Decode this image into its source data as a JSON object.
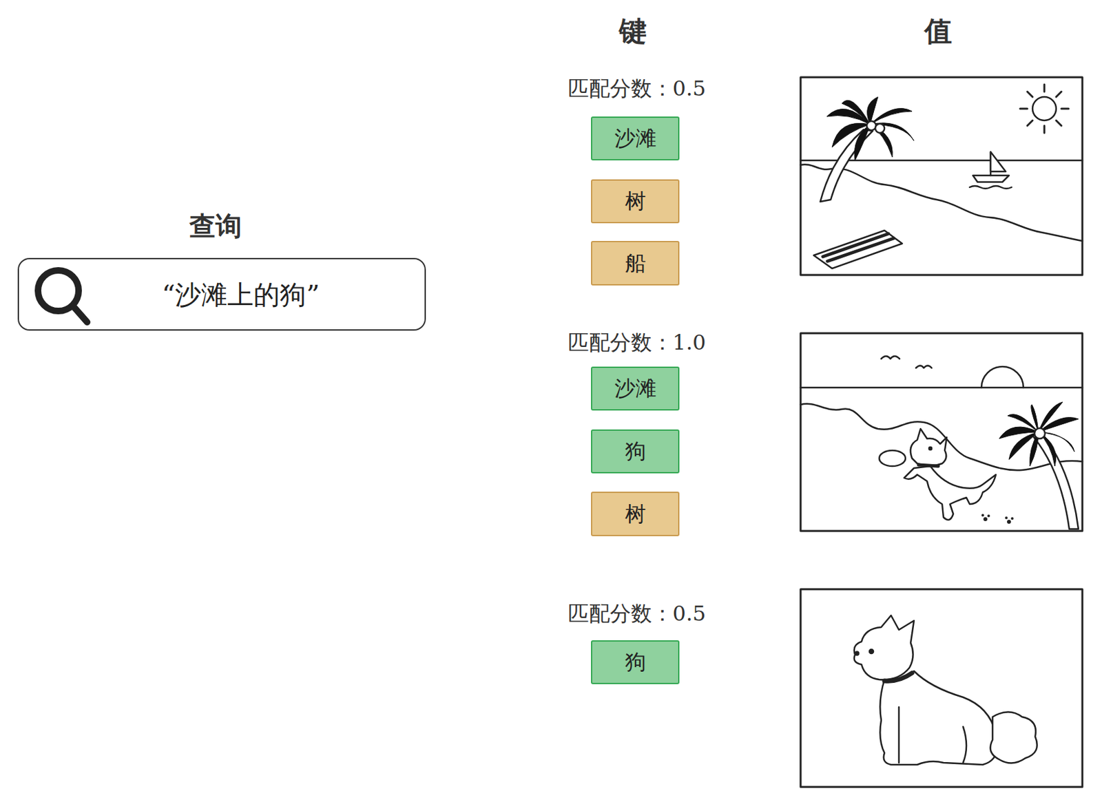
{
  "diagram": {
    "nodes": [
      {
        "text": [
          "查询",
          "“沙滩上的狗”"
        ]
      },
      {
        "text": [
          "沙滩"
        ]
      },
      {
        "text": [
          "树"
        ]
      },
      {
        "text": [
          "船"
        ]
      },
      {
        "text": [
          "沙滩"
        ]
      },
      {
        "text": [
          "狗"
        ]
      },
      {
        "text": [
          "树"
        ]
      },
      {
        "text": [
          "狗"
        ]
      }
    ],
    "labels": [
      "键",
      "值",
      "匹配分数：0.5",
      "匹配分数：1.0",
      "匹配分数：0.5"
    ]
  }
}
